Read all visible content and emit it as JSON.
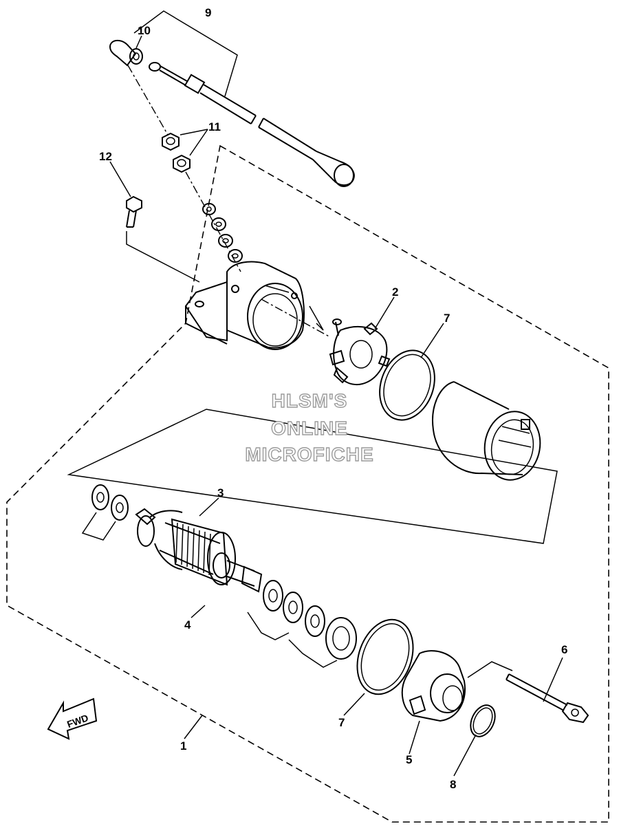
{
  "watermark": {
    "line1": "HLSM'S",
    "line2": "ONLINE",
    "line3": "MICROFICHE"
  },
  "direction_label": "FWD",
  "callouts": {
    "c1": "1",
    "c2": "2",
    "c3": "3",
    "c4": "4",
    "c5": "5",
    "c6": "6",
    "c7a": "7",
    "c7b": "7",
    "c8": "8",
    "c9": "9",
    "c10": "10",
    "c11": "11",
    "c12": "12"
  }
}
